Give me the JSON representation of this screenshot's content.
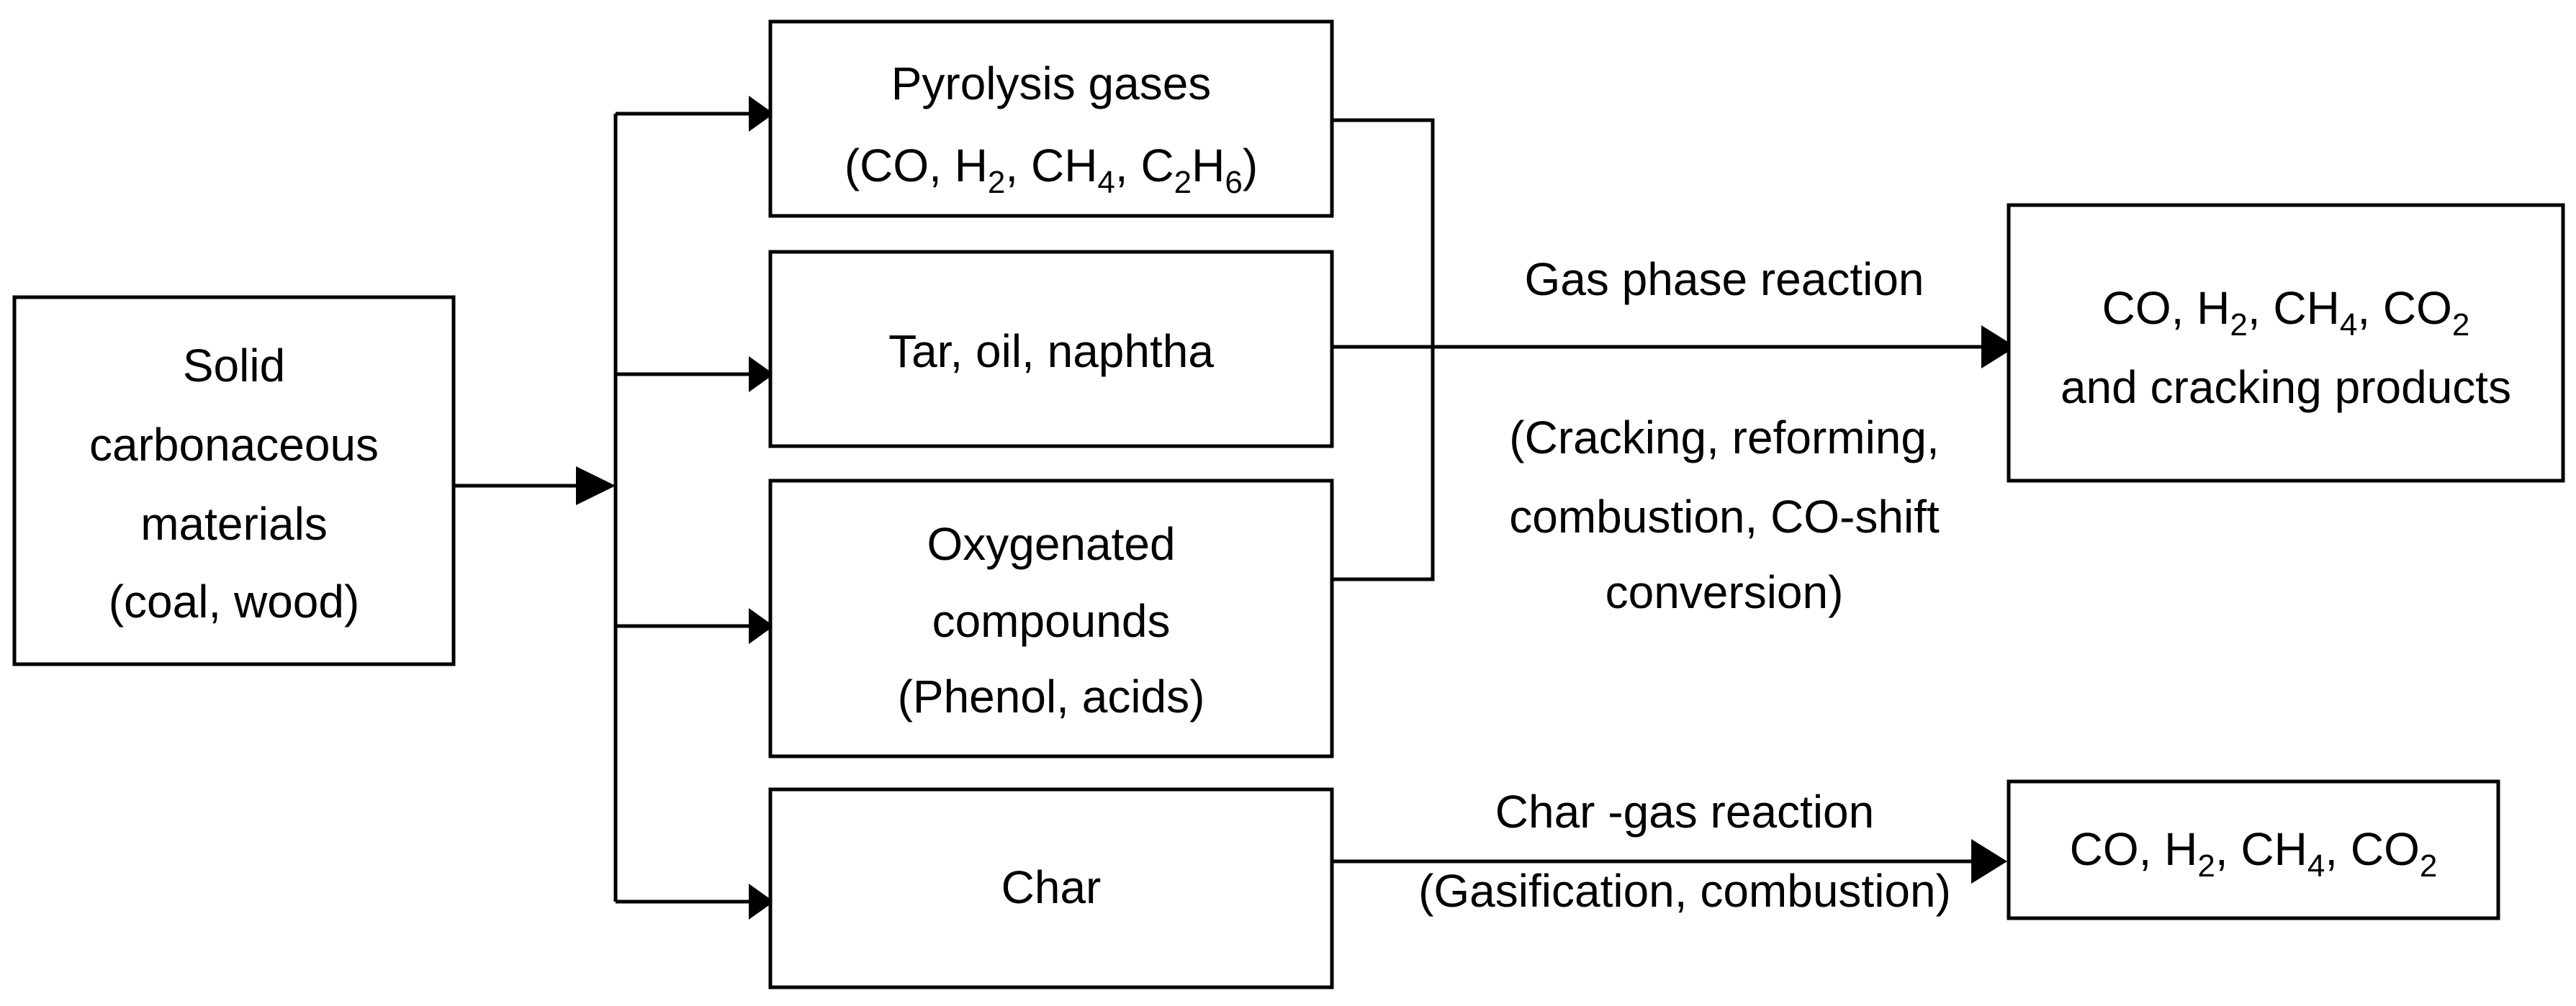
{
  "source": {
    "lines": [
      "Solid",
      "carbonaceous",
      "materials",
      "(coal, wood)"
    ]
  },
  "pyrolysis_gases": {
    "title": "Pyrolysis gases",
    "open": "(CO, H",
    "h2_sub": "2",
    "sep1": ", CH",
    "ch4_sub": "4",
    "sep2": ", C",
    "c2_sub": "2",
    "h": "H",
    "h6_sub": "6",
    "close": ")"
  },
  "tar": {
    "label": "Tar, oil, naphtha"
  },
  "oxygenated": {
    "lines": [
      "Oxygenated",
      "compounds",
      "(Phenol, acids)"
    ]
  },
  "char": {
    "label": "Char"
  },
  "gas_phase": {
    "label": "Gas phase reaction",
    "detail_lines": [
      "(Cracking, reforming,",
      "combustion, CO-shift",
      "conversion)"
    ]
  },
  "gas_products": {
    "line1_a": "CO, H",
    "line1_h2_sub": "2",
    "line1_b": ", CH",
    "line1_ch4_sub": "4",
    "line1_c": ", CO",
    "line1_co2_sub": "2",
    "line2": "and cracking products"
  },
  "char_gas": {
    "label": "Char -gas reaction",
    "detail": "(Gasification, combustion)"
  },
  "char_products": {
    "a": "CO, H",
    "h2_sub": "2",
    "b": ", CH",
    "ch4_sub": "4",
    "c": ", CO",
    "co2_sub": "2"
  }
}
